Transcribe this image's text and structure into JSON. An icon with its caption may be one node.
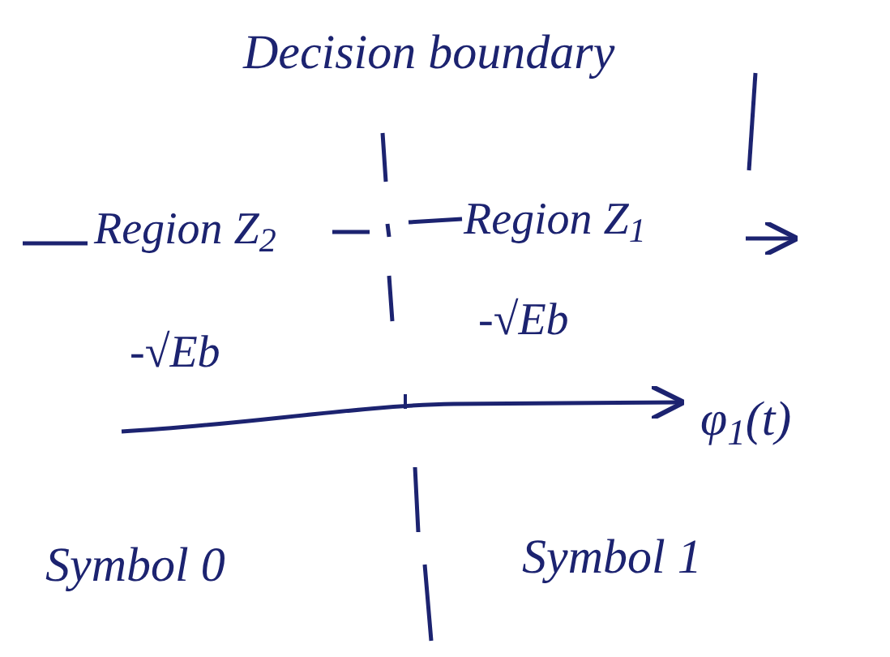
{
  "diagram": {
    "labels": [
      "Decision boundary",
      "Region Z$_{2}$",
      "Region Z$_{1}$",
      "-√Eb",
      "-√Eb",
      "φ$_{1}$(t)",
      "Symbol 0",
      "Symbol 1"
    ]
  }
}
